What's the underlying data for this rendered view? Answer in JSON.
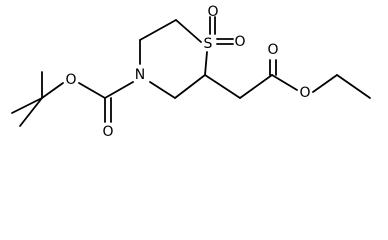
{
  "structure": {
    "atoms": {
      "sulfur": "S",
      "sulfonyl_oxygen_top": "O",
      "sulfonyl_oxygen_right": "O",
      "nitrogen": "N",
      "carbamate_oxygen_top": "O",
      "carbamate_oxygen_bottom": "O",
      "ester_oxygen_top": "O",
      "ester_oxygen_bottom": "O"
    }
  }
}
